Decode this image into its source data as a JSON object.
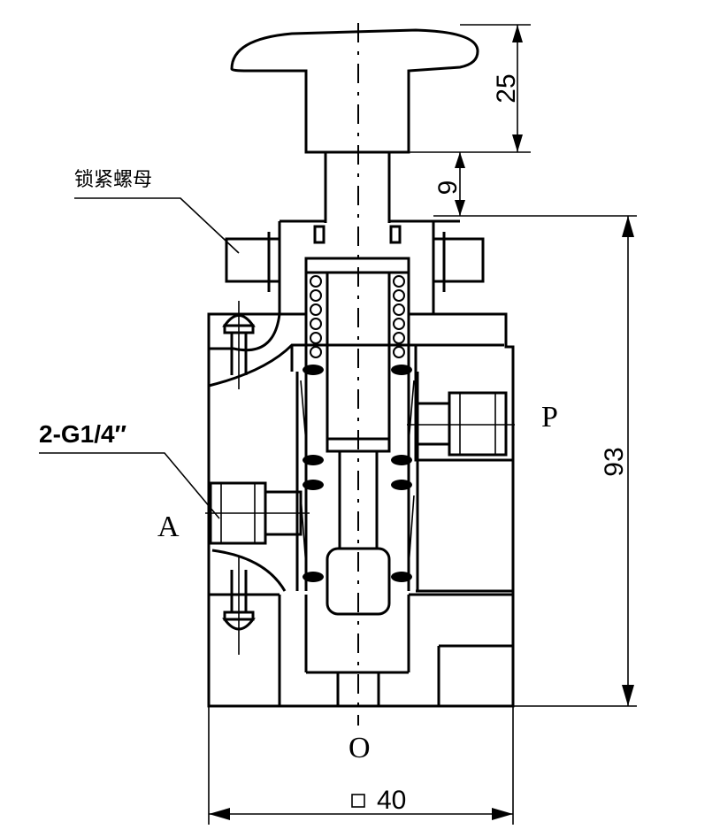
{
  "labels": {
    "lock_nut": "锁紧螺母",
    "port_thread": "2-G1/4″",
    "port_a": "A",
    "port_p": "P",
    "port_o": "O"
  },
  "dimensions": {
    "handle_height": "25",
    "stem_gap": "9",
    "body_height": "93",
    "body_width": "40"
  }
}
